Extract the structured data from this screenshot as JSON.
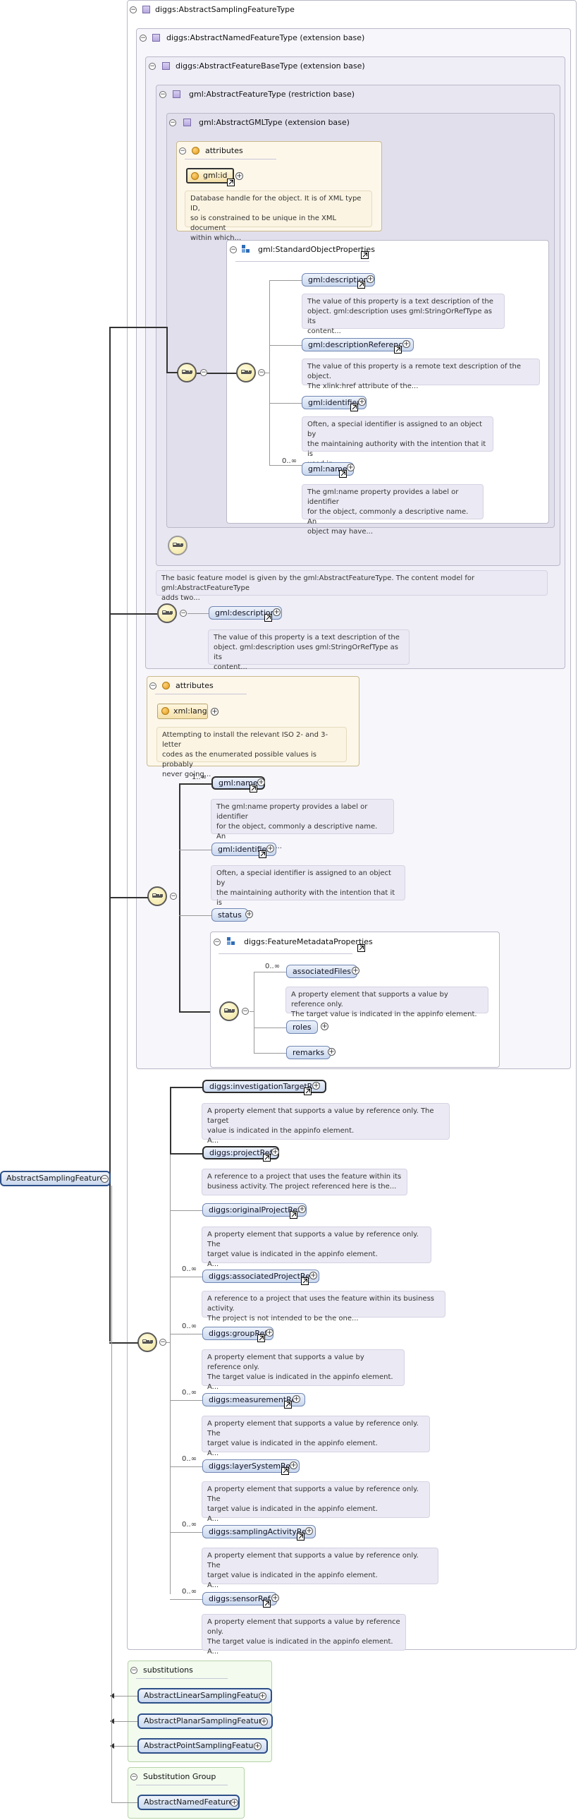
{
  "root_element": "AbstractSamplingFeature",
  "types": {
    "outer": "diggs:AbstractSamplingFeatureType",
    "named": "diggs:AbstractNamedFeatureType (extension base)",
    "base": "diggs:AbstractFeatureBaseType (extension base)",
    "gmlfeature": "gml:AbstractFeatureType (restriction base)",
    "gmlgml": "gml:AbstractGMLType (extension base)"
  },
  "attributes_label": "attributes",
  "gml_id": {
    "name": "gml:id",
    "desc": [
      "Database handle for the object. It is of XML type ID,",
      "so is constrained to be unique in the XML document",
      "within which..."
    ]
  },
  "std_props": {
    "title": "gml:StandardObjectProperties",
    "items": [
      {
        "name": "gml:description",
        "desc": [
          "The value of this property is a text description of the",
          "object. gml:description uses gml:StringOrRefType as its",
          "content..."
        ]
      },
      {
        "name": "gml:descriptionReference",
        "desc": [
          "The value of this property is a remote text description of the object.",
          "The xlink:href attribute of the..."
        ]
      },
      {
        "name": "gml:identifier",
        "desc": [
          "Often, a special identifier is assigned to an object by",
          "the maintaining authority with the intention that it is",
          "used in..."
        ]
      },
      {
        "name": "gml:name",
        "cardinality": "0..∞",
        "desc": [
          "The gml:name property provides a label or identifier",
          "for the object, commonly a descriptive name. An",
          "object may have..."
        ]
      }
    ]
  },
  "feature_desc": [
    "The basic feature model is given by the gml:AbstractFeatureType. The content model for gml:AbstractFeatureType",
    "adds two..."
  ],
  "base_description": {
    "name": "gml:description",
    "desc": [
      "The value of this property is a text description of the",
      "object. gml:description uses gml:StringOrRefType as its",
      "content..."
    ]
  },
  "xml_lang": {
    "name": "xml:lang",
    "desc": [
      "Attempting to install the relevant ISO 2- and 3-letter",
      "codes as the enumerated possible values is probably",
      "never going..."
    ]
  },
  "named_items": [
    {
      "name": "gml:name",
      "cardinality": "1..∞",
      "desc": [
        "The gml:name property provides a label or identifier",
        "for the object, commonly a descriptive name. An",
        "object may have..."
      ]
    },
    {
      "name": "gml:identifier",
      "desc": [
        "Often, a special identifier is assigned to an object by",
        "the maintaining authority with the intention that it is",
        "used in..."
      ]
    },
    {
      "name": "status"
    }
  ],
  "fmp": {
    "title": "diggs:FeatureMetadataProperties",
    "items": [
      {
        "name": "associatedFiles",
        "cardinality": "0..∞",
        "desc": [
          "A property element that supports a value by reference only.",
          "The target value is indicated in the appinfo element."
        ]
      },
      {
        "name": "roles"
      },
      {
        "name": "remarks"
      }
    ]
  },
  "sampling_items": [
    {
      "name": "diggs:investigationTargetRef",
      "cardinality": "",
      "desc": [
        "A property element that supports a value by reference only. The target",
        "value is indicated in the appinfo element.",
        "A..."
      ]
    },
    {
      "name": "diggs:projectRef",
      "cardinality": "",
      "desc": [
        "A reference to a project that uses the feature within its",
        "business activity. The project referenced here is the..."
      ]
    },
    {
      "name": "diggs:originalProjectRef",
      "cardinality": "",
      "desc": [
        "A property element that supports a value by reference only. The",
        "target value is indicated in the appinfo element.",
        "A..."
      ]
    },
    {
      "name": "diggs:associatedProjectRef",
      "cardinality": "0..∞",
      "desc": [
        "A reference to a project that uses the feature within its business activity.",
        "The project is not intended to be the one..."
      ]
    },
    {
      "name": "diggs:groupRef",
      "cardinality": "0..∞",
      "desc": [
        "A property element that supports a value by reference only.",
        "The target value is indicated in the appinfo element.",
        "A..."
      ]
    },
    {
      "name": "diggs:measurementRef",
      "cardinality": "0..∞",
      "desc": [
        "A property element that supports a value by reference only. The",
        "target value is indicated in the appinfo element.",
        "A..."
      ]
    },
    {
      "name": "diggs:layerSystemRef",
      "cardinality": "0..∞",
      "desc": [
        "A property element that supports a value by reference only. The",
        "target value is indicated in the appinfo element.",
        "A..."
      ]
    },
    {
      "name": "diggs:samplingActivityRef",
      "cardinality": "0..∞",
      "desc": [
        "A property element that supports a value by reference only. The",
        "target value is indicated in the appinfo element.",
        "A..."
      ]
    },
    {
      "name": "diggs:sensorRef",
      "cardinality": "0..∞",
      "desc": [
        "A property element that supports a value by reference only.",
        "The target value is indicated in the appinfo element.",
        "A..."
      ]
    }
  ],
  "substitutions": {
    "label": "substitutions",
    "items": [
      "AbstractLinearSamplingFeature",
      "AbstractPlanarSamplingFeature",
      "AbstractPointSamplingFeature"
    ]
  },
  "substitution_group": {
    "label": "Substitution Group",
    "item": "AbstractNamedFeature"
  }
}
